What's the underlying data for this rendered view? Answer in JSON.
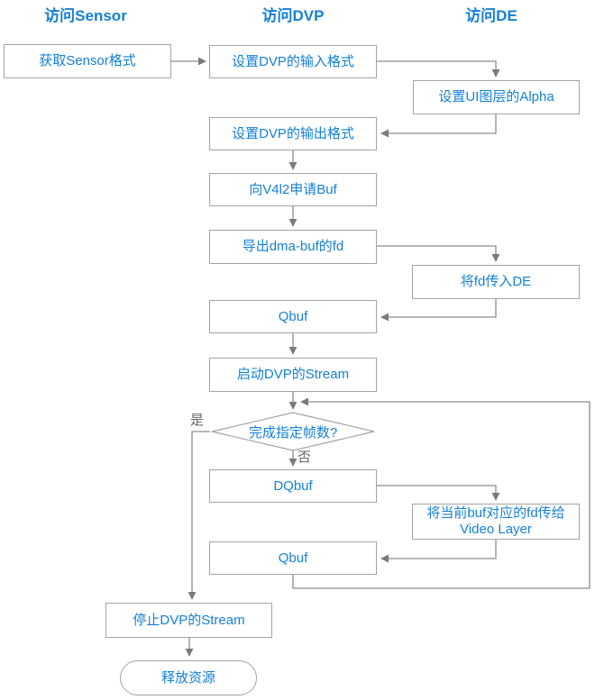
{
  "colors": {
    "accent_blue": "#1580D6",
    "border_gray": "#A4A4A4",
    "line_gray": "#8C8C8C",
    "arrow_gray": "#7A7A7A",
    "branch_label_gray": "#666666",
    "background": "#FFFFFF"
  },
  "column_headers": [
    {
      "id": "sensor",
      "label": "访问Sensor"
    },
    {
      "id": "dvp",
      "label": "访问DVP"
    },
    {
      "id": "de",
      "label": "访问DE"
    }
  ],
  "nodes": {
    "get_sensor_format": {
      "label": "获取Sensor格式",
      "shape": "rect"
    },
    "set_dvp_input_format": {
      "label": "设置DVP的输入格式",
      "shape": "rect"
    },
    "set_ui_layer_alpha": {
      "label": "设置UI图层的Alpha",
      "shape": "rect"
    },
    "set_dvp_output_format": {
      "label": "设置DVP的输出格式",
      "shape": "rect"
    },
    "request_buf_from_v4l2": {
      "label": "向V4l2申请Buf",
      "shape": "rect"
    },
    "export_dmabuf_fd": {
      "label": "导出dma-buf的fd",
      "shape": "rect"
    },
    "pass_fd_to_de": {
      "label": "将fd传入DE",
      "shape": "rect"
    },
    "qbuf_first": {
      "label": "Qbuf",
      "shape": "rect"
    },
    "start_dvp_stream": {
      "label": "启动DVP的Stream",
      "shape": "rect"
    },
    "decision_frames_done": {
      "label": "完成指定帧数?",
      "shape": "diamond"
    },
    "dqbuf": {
      "label": "DQbuf",
      "shape": "rect"
    },
    "pass_fd_to_video_layer": {
      "label": "将当前buf对应的fd传给Video Layer",
      "line1": "将当前buf对应的fd传给",
      "line2": "Video Layer",
      "shape": "rect"
    },
    "qbuf_second": {
      "label": "Qbuf",
      "shape": "rect"
    },
    "stop_dvp_stream": {
      "label": "停止DVP的Stream",
      "shape": "rect"
    },
    "release_resources": {
      "label": "释放资源",
      "shape": "terminator"
    }
  },
  "branch_labels": {
    "yes": "是",
    "no": "否"
  },
  "edges": [
    {
      "from": "get_sensor_format",
      "to": "set_dvp_input_format"
    },
    {
      "from": "set_dvp_input_format",
      "to": "set_ui_layer_alpha"
    },
    {
      "from": "set_ui_layer_alpha",
      "to": "set_dvp_output_format"
    },
    {
      "from": "set_dvp_output_format",
      "to": "request_buf_from_v4l2"
    },
    {
      "from": "request_buf_from_v4l2",
      "to": "export_dmabuf_fd"
    },
    {
      "from": "export_dmabuf_fd",
      "to": "pass_fd_to_de"
    },
    {
      "from": "pass_fd_to_de",
      "to": "qbuf_first"
    },
    {
      "from": "qbuf_first",
      "to": "start_dvp_stream"
    },
    {
      "from": "start_dvp_stream",
      "to": "decision_frames_done"
    },
    {
      "from": "decision_frames_done",
      "to": "dqbuf",
      "label": "否"
    },
    {
      "from": "decision_frames_done",
      "to": "stop_dvp_stream",
      "label": "是"
    },
    {
      "from": "dqbuf",
      "to": "pass_fd_to_video_layer"
    },
    {
      "from": "pass_fd_to_video_layer",
      "to": "qbuf_second"
    },
    {
      "from": "qbuf_second",
      "to": "decision_frames_done"
    },
    {
      "from": "stop_dvp_stream",
      "to": "release_resources"
    }
  ]
}
